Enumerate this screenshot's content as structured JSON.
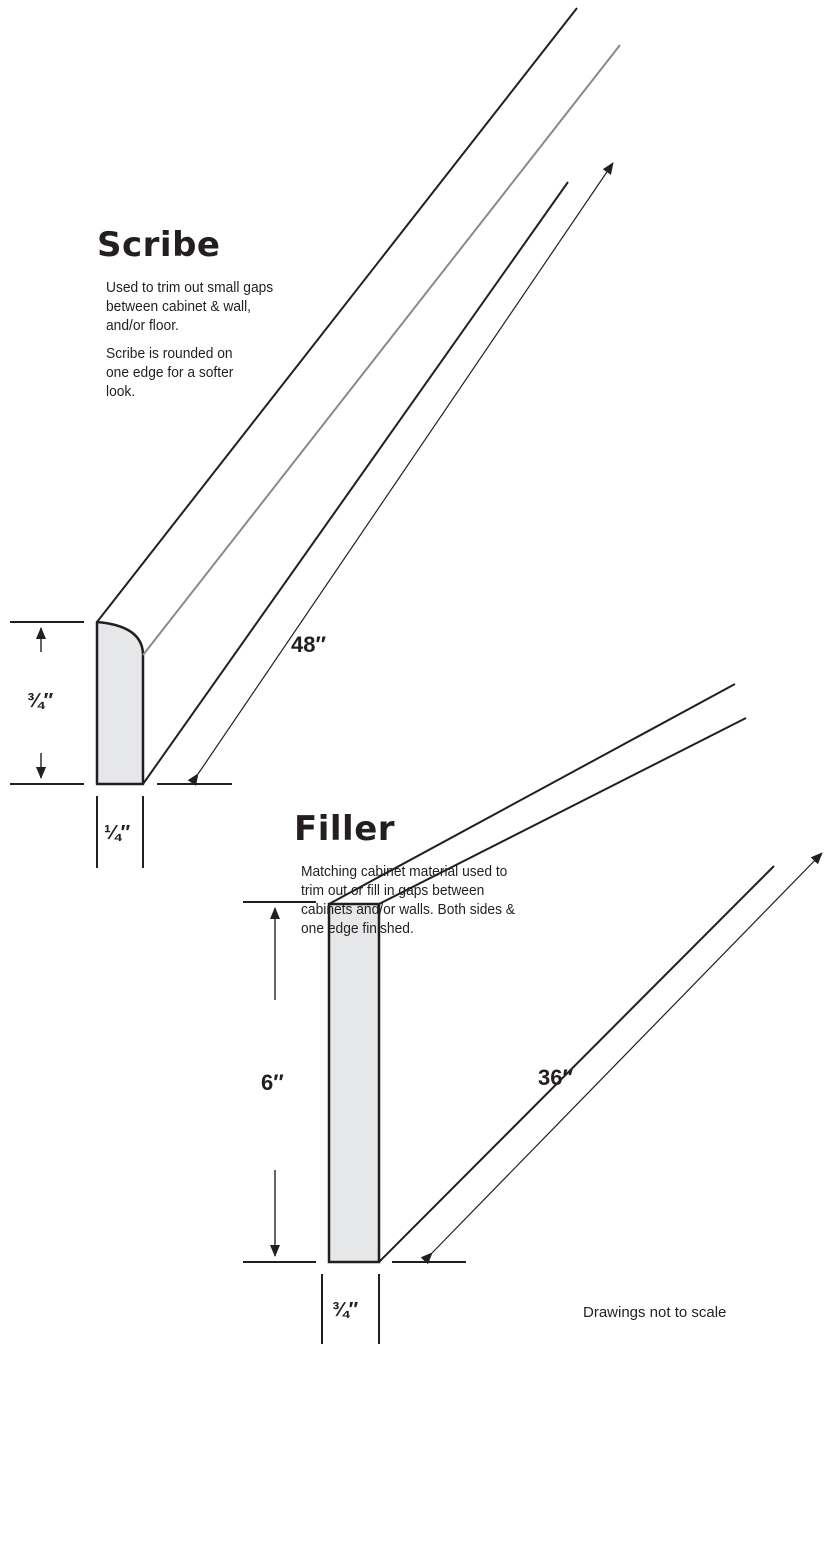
{
  "scribe": {
    "title": "Scribe",
    "description_1": "Used to trim out small gaps between cabinet & wall, and/or floor.",
    "description_2": "Scribe is rounded on one edge for a softer look.",
    "length": "48″",
    "height": "¾″",
    "thickness": "¼″"
  },
  "filler": {
    "title": "Filler",
    "description": "Matching cabinet material used to trim out or fill in gaps between cabinets and/or walls. Both sides & one edge finished.",
    "length": "36″",
    "height": "6″",
    "thickness": "¾″"
  },
  "footnote": "Drawings not to scale",
  "colors": {
    "line": "#231f20",
    "end_face_fill": "#e6e7e8",
    "rounded_edge_line": "#8a8a8a"
  }
}
